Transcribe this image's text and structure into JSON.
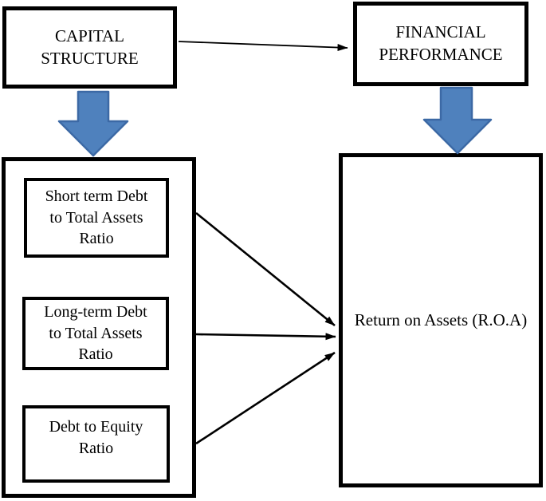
{
  "title": "Capital structure and financial performance conceptual framework",
  "colors": {
    "box_border": "#000000",
    "line": "#000000",
    "block_arrow_fill": "#4f81bd",
    "block_arrow_stroke": "#3c69a5",
    "background": "#ffffff"
  },
  "boxes": {
    "capital_structure": {
      "label": "CAPITAL\nSTRUCTURE"
    },
    "financial_performance": {
      "label": "FINANCIAL\nPERFORMANCE"
    },
    "short_term_debt": {
      "label": "Short term Debt\nto Total Assets\nRatio"
    },
    "long_term_debt": {
      "label": "Long-term Debt\nto Total Assets\nRatio"
    },
    "debt_to_equity": {
      "label": "Debt to Equity\nRatio"
    },
    "return_on_assets": {
      "label": "Return on Assets (R.O.A)"
    }
  },
  "edges": [
    {
      "from": "capital-structure",
      "to": "financial-performance",
      "style": "thin-arrow"
    },
    {
      "from": "capital-structure",
      "to": "capital-structure-indicators-container",
      "style": "block-arrow"
    },
    {
      "from": "financial-performance",
      "to": "return-on-assets-box",
      "style": "block-arrow"
    },
    {
      "from": "short-term-debt-to-total-assets-ratio",
      "to": "return-on-assets",
      "style": "thin-arrow"
    },
    {
      "from": "long-term-debt-to-total-assets-ratio",
      "to": "return-on-assets",
      "style": "thin-arrow"
    },
    {
      "from": "debt-to-equity-ratio",
      "to": "return-on-assets",
      "style": "thin-arrow"
    }
  ]
}
